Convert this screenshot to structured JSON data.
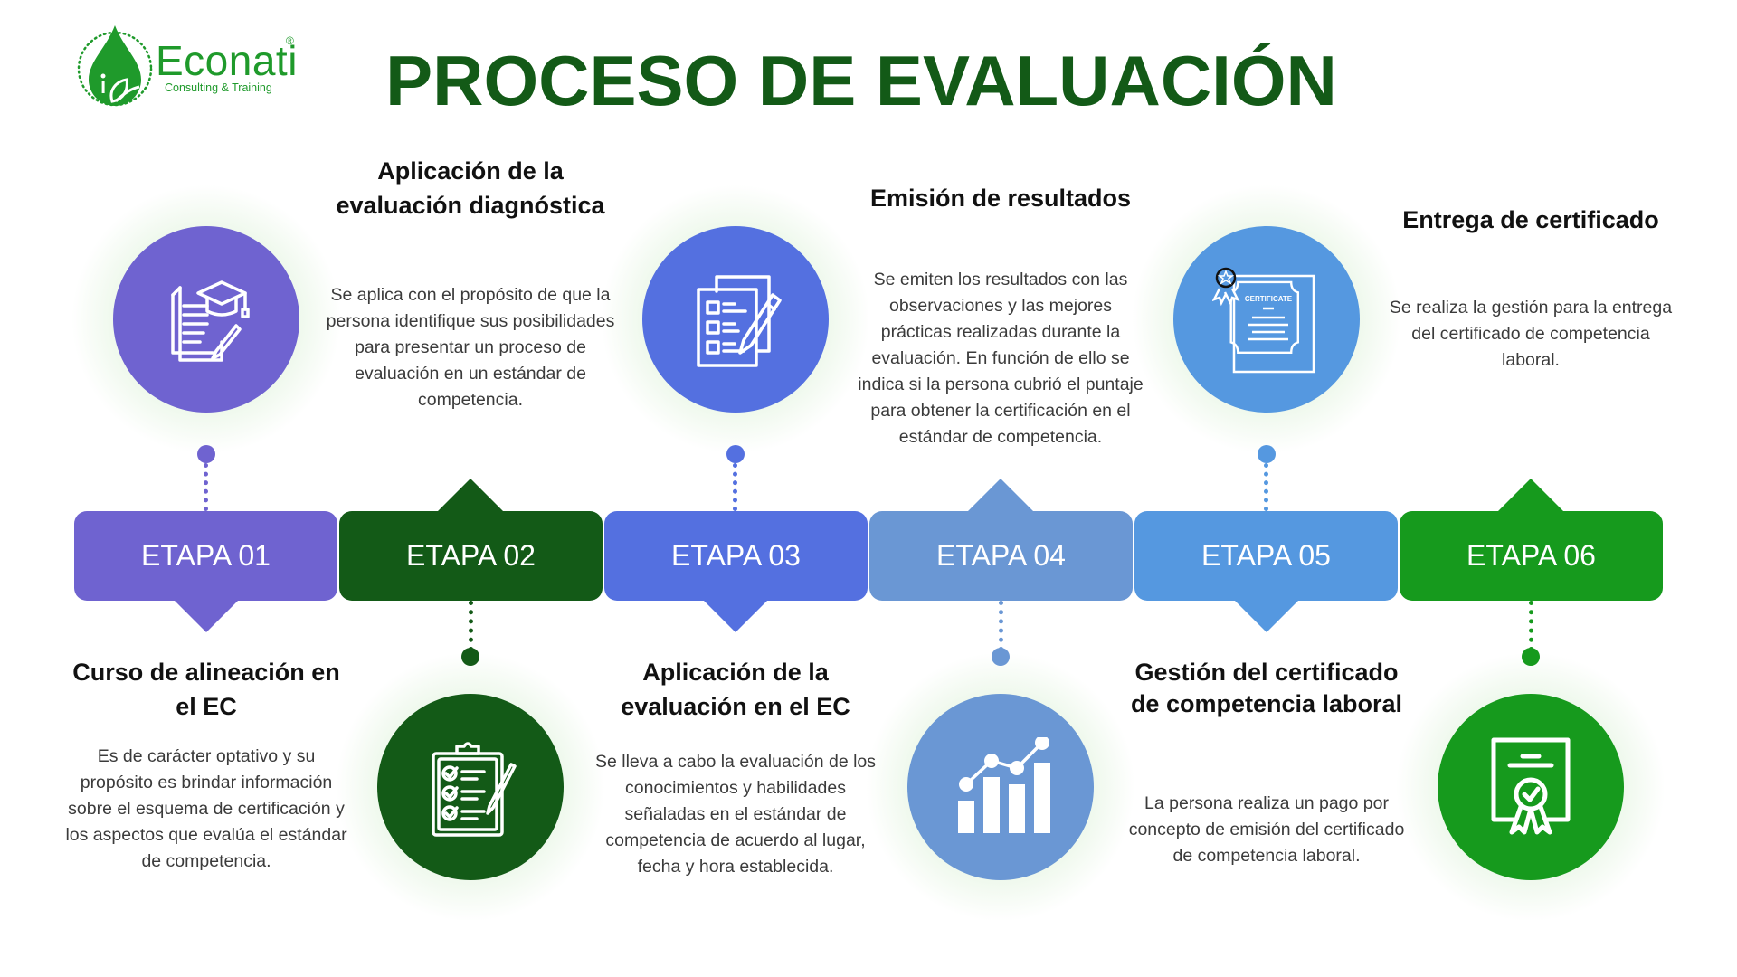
{
  "logo": {
    "name": "Econati",
    "registered": "®",
    "tagline": "Consulting & Training",
    "color": "#1f9a2b"
  },
  "title": "PROCESO DE EVALUACIÓN",
  "title_color": "#135a17",
  "stages": [
    {
      "label": "ETAPA 01",
      "color": "#6f63d0",
      "position": "top-circle",
      "icon": "graduation-document-icon",
      "heading": "Curso de alineación en el EC",
      "description": "Es de carácter optativo y su propósito es brindar información sobre el esquema de certificación y los aspectos que evalúa el estándar de competencia."
    },
    {
      "label": "ETAPA 02",
      "color": "#135a17",
      "position": "bottom-circle",
      "icon": "clipboard-checklist-icon",
      "heading": "Aplicación de la evaluación diagnóstica",
      "description": "Se aplica con el propósito de que la persona identifique sus posibilidades para presentar un proceso de evaluación en un estándar de competencia."
    },
    {
      "label": "ETAPA 03",
      "color": "#5470e0",
      "position": "top-circle",
      "icon": "form-pencil-icon",
      "heading": "Aplicación de la evaluación en el EC",
      "description": "Se lleva a cabo la evaluación de los conocimientos y habilidades señaladas en el estándar de competencia de acuerdo al lugar, fecha y hora establecida."
    },
    {
      "label": "ETAPA 04",
      "color": "#6a97d4",
      "position": "bottom-circle",
      "icon": "bar-chart-trend-icon",
      "heading": "Emisión de resultados",
      "description": "Se emiten los resultados con las observaciones y las mejores prácticas realizadas durante la evaluación. En función de ello se indica si la persona cubrió el puntaje para obtener la certificación en el estándar de competencia."
    },
    {
      "label": "ETAPA 05",
      "color": "#5598e0",
      "position": "top-circle",
      "icon": "certificate-icon",
      "icon_text": "CERTIFICATE",
      "heading": "Gestión del certificado de competencia laboral",
      "description": "La persona realiza un pago por concepto de emisión del certificado de competencia laboral."
    },
    {
      "label": "ETAPA 06",
      "color": "#169a1d",
      "position": "bottom-circle",
      "icon": "award-document-icon",
      "heading": "Entrega de certificado",
      "description": "Se realiza la gestión para la entrega del certificado de competencia laboral."
    }
  ]
}
